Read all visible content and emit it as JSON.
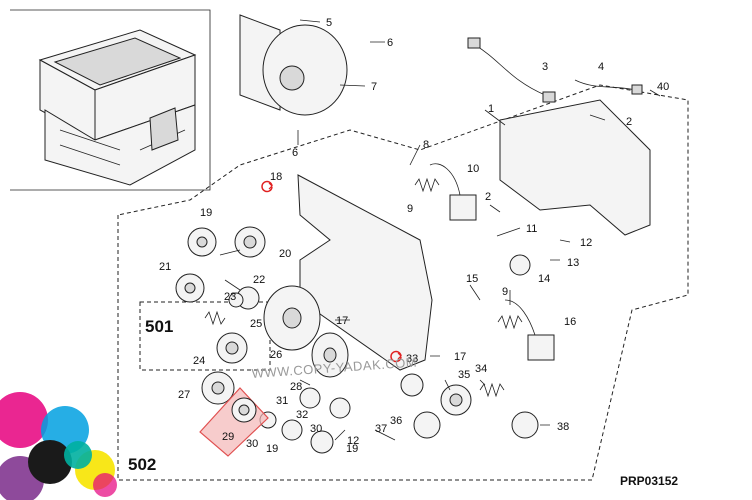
{
  "diagram": {
    "code": "PRP03152",
    "watermark": "WWW.COPY-YADAK.COM",
    "groups": [
      "501",
      "502"
    ],
    "callouts": [
      "1",
      "2",
      "2",
      "3",
      "4",
      "5",
      "6",
      "6",
      "7",
      "8",
      "9",
      "9",
      "10",
      "11",
      "12",
      "12",
      "13",
      "14",
      "15",
      "16",
      "17",
      "17",
      "18",
      "19",
      "19",
      "19",
      "20",
      "21",
      "22",
      "23",
      "24",
      "25",
      "26",
      "27",
      "28",
      "29",
      "30",
      "30",
      "31",
      "32",
      "33",
      "34",
      "35",
      "36",
      "37",
      "38",
      "40"
    ],
    "highlight": "29",
    "colors": {
      "highlight_fill": "#f4b6b6",
      "highlight_stroke": "#e05050",
      "refresh_icon": "#e02020"
    }
  }
}
